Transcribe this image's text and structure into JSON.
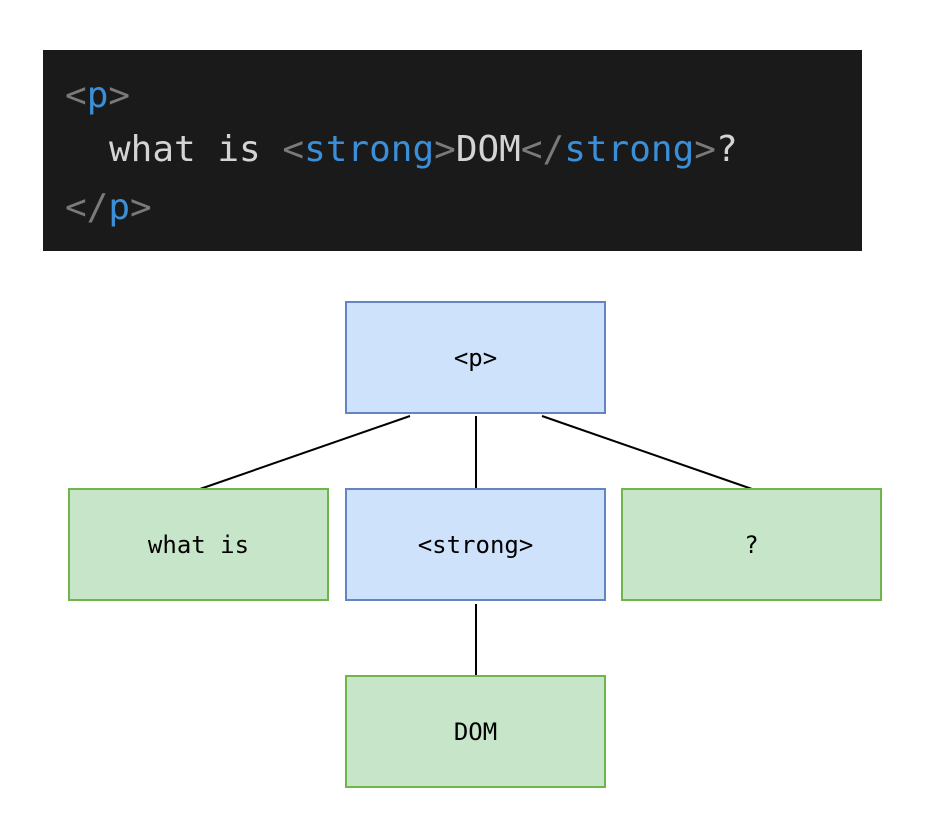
{
  "code": {
    "line1": {
      "open": "<",
      "tag": "p",
      "close": ">"
    },
    "line2": {
      "text_before": "what is ",
      "open1": "<",
      "tag1": "strong",
      "close1": ">",
      "inner": "DOM",
      "open2": "</",
      "tag2": "strong",
      "close2": ">",
      "text_after": "?"
    },
    "line3": {
      "open": "</",
      "tag": "p",
      "close": ">"
    }
  },
  "tree": {
    "root": "<p>",
    "children": [
      "what is",
      "<strong>",
      "?"
    ],
    "grandchild": "DOM"
  },
  "colors": {
    "code_background": "#1a1a1a",
    "code_tag": "#3b8fd9",
    "code_punctuation": "#7a7a7a",
    "code_text": "#d4d4d4",
    "element_fill": "#cfe2fb",
    "element_border": "#6485c3",
    "text_fill": "#c7e5c8",
    "text_border": "#6fb54a"
  }
}
